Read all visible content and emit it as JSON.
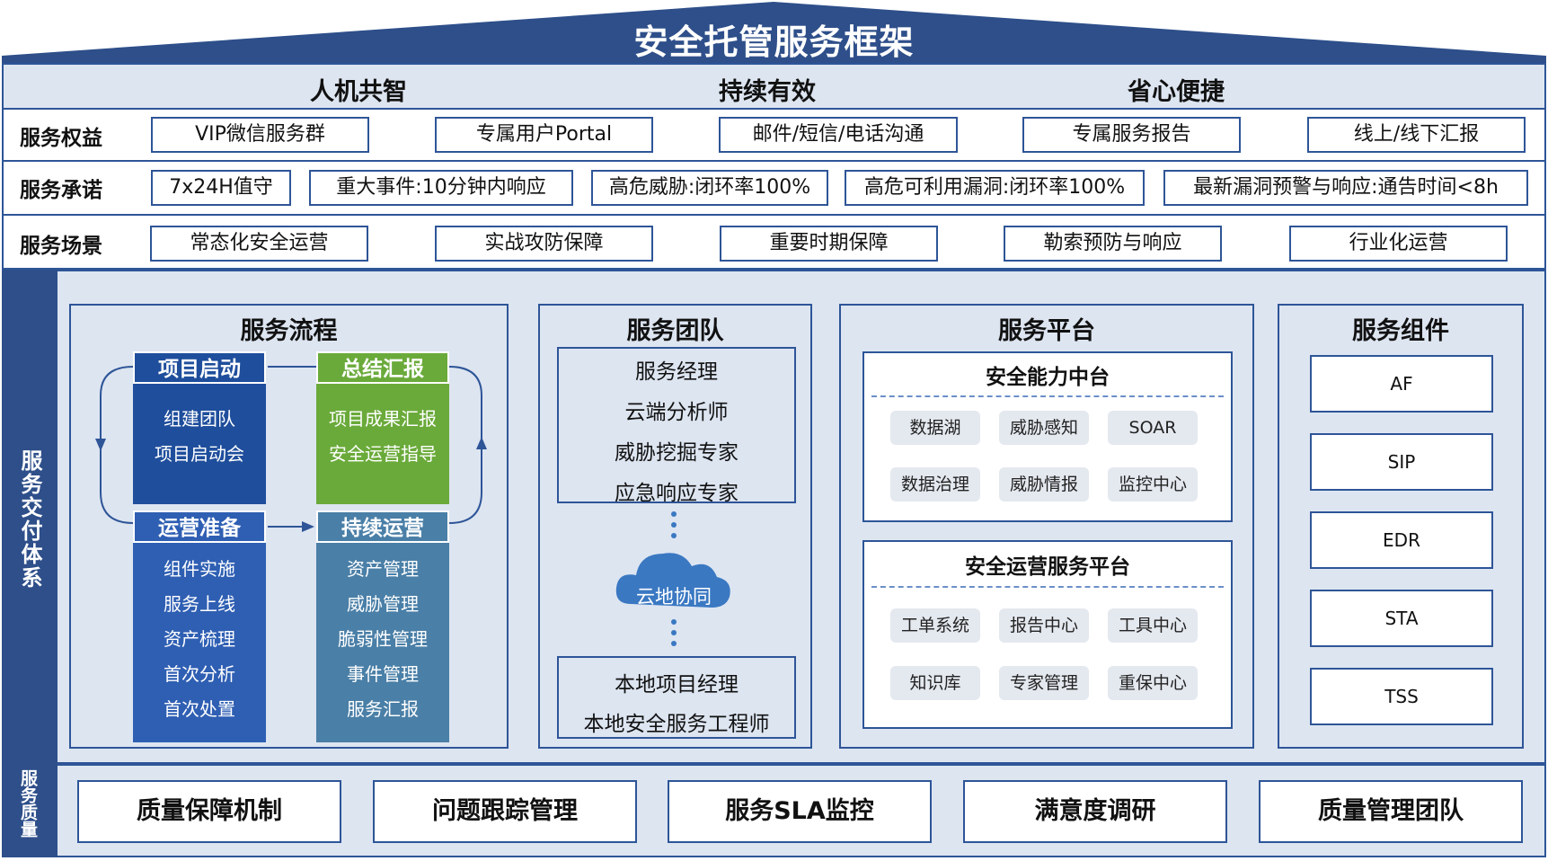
{
  "title": "安全托管服务框架",
  "values": [
    "人机共智",
    "持续有效",
    "省心便捷"
  ],
  "rows": {
    "rights": {
      "label": "服务权益",
      "items": [
        "VIP微信服务群",
        "专属用户Portal",
        "邮件/短信/电话沟通",
        "专属服务报告",
        "线上/线下汇报"
      ]
    },
    "commitment": {
      "label": "服务承诺",
      "items": [
        "7x24H值守",
        "重大事件:10分钟内响应",
        "高危威胁:闭环率100%",
        "高危可利用漏洞:闭环率100%",
        "最新漏洞预警与响应:通告时间<8h"
      ]
    },
    "scenarios": {
      "label": "服务场景",
      "items": [
        "常态化安全运营",
        "实战攻防保障",
        "重要时期保障",
        "勒索预防与响应",
        "行业化运营"
      ]
    }
  },
  "delivery": {
    "side_label": "服务交付体系",
    "process": {
      "title": "服务流程",
      "start": {
        "head": "项目启动",
        "lines": [
          "组建团队",
          "项目启动会"
        ]
      },
      "summary": {
        "head": "总结汇报",
        "lines": [
          "项目成果汇报",
          "安全运营指导"
        ]
      },
      "prepare": {
        "head": "运营准备",
        "lines": [
          "组件实施",
          "服务上线",
          "资产梳理",
          "首次分析",
          "首次处置"
        ]
      },
      "continuous": {
        "head": "持续运营",
        "lines": [
          "资产管理",
          "威胁管理",
          "脆弱性管理",
          "事件管理",
          "服务汇报"
        ]
      }
    },
    "team": {
      "title": "服务团队",
      "cloud_members": [
        "服务经理",
        "云端分析师",
        "威胁挖掘专家",
        "应急响应专家"
      ],
      "sync_label": "云地协同",
      "local_members": [
        "本地项目经理",
        "本地安全服务工程师"
      ]
    },
    "platform": {
      "title": "服务平台",
      "capability": {
        "title": "安全能力中台",
        "chips": [
          "数据湖",
          "威胁感知",
          "SOAR",
          "数据治理",
          "威胁情报",
          "监控中心"
        ]
      },
      "operation": {
        "title": "安全运营服务平台",
        "chips": [
          "工单系统",
          "报告中心",
          "工具中心",
          "知识库",
          "专家管理",
          "重保中心"
        ]
      }
    },
    "components": {
      "title": "服务组件",
      "items": [
        "AF",
        "SIP",
        "EDR",
        "STA",
        "TSS"
      ]
    }
  },
  "quality": {
    "side_label": "服务质量",
    "items": [
      "质量保障机制",
      "问题跟踪管理",
      "服务SLA监控",
      "满意度调研",
      "质量管理团队"
    ]
  },
  "colors": {
    "navy": "#2e4f8a",
    "border_blue": "#2e5597",
    "panel_bg": "#dde5f1",
    "start_blue": "#1f4e9c",
    "summary_green": "#6aaa3a",
    "prepare_blue": "#2f5fb3",
    "continuous_teal": "#4a7fa7",
    "cloud_blue": "#3a78c2"
  }
}
